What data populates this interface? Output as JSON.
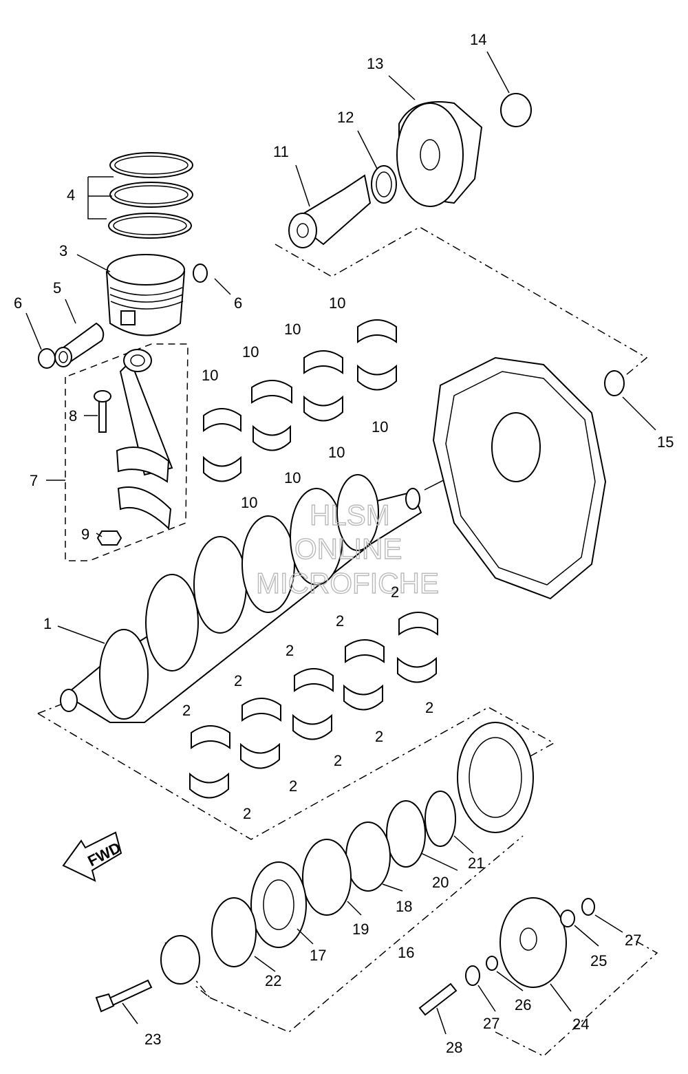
{
  "callouts": {
    "c1": "1",
    "c2": "2",
    "c3": "3",
    "c4": "4",
    "c5": "5",
    "c6": "6",
    "c7": "7",
    "c8": "8",
    "c9": "9",
    "c10": "10",
    "c11": "11",
    "c12": "12",
    "c13": "13",
    "c14": "14",
    "c15": "15",
    "c16": "16",
    "c17": "17",
    "c18": "18",
    "c19": "19",
    "c20": "20",
    "c21": "21",
    "c22": "22",
    "c23": "23",
    "c24": "24",
    "c25": "25",
    "c26": "26",
    "c27": "27",
    "c28": "28"
  },
  "fwd_label": "FWD",
  "watermark": {
    "line1": "HLSM",
    "line2": "ONLINE",
    "line3": "MICROFICHE"
  }
}
